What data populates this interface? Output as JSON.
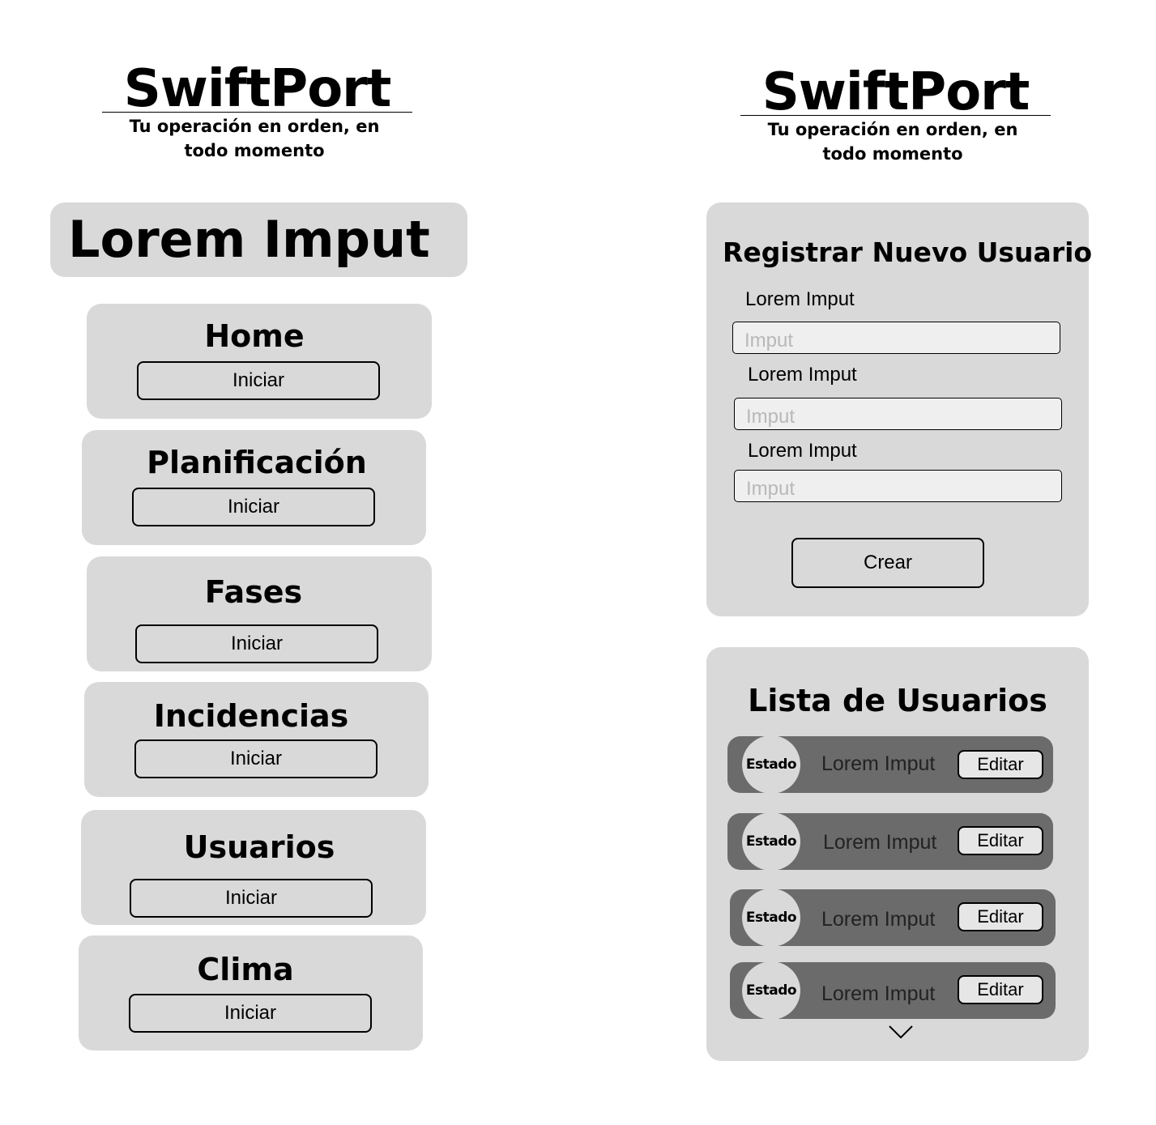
{
  "left": {
    "brand": {
      "title": "SwiftPort",
      "tagline_line1": "Tu operación en orden, en",
      "tagline_line2": "todo momento"
    },
    "header_title": "Lorem Imput",
    "cards": [
      {
        "title": "Home",
        "button": "Iniciar"
      },
      {
        "title": "Planificación",
        "button": "Iniciar"
      },
      {
        "title": "Fases",
        "button": "Iniciar"
      },
      {
        "title": "Incidencias",
        "button": "Iniciar"
      },
      {
        "title": "Usuarios",
        "button": "Iniciar"
      },
      {
        "title": "Clima",
        "button": "Iniciar"
      }
    ]
  },
  "right": {
    "brand": {
      "title": "SwiftPort",
      "tagline_line1": "Tu operación en orden, en",
      "tagline_line2": "todo momento"
    },
    "register_form": {
      "title": "Registrar Nuevo Usuario",
      "fields": [
        {
          "label": "Lorem Imput",
          "placeholder": "Imput"
        },
        {
          "label": "Lorem Imput",
          "placeholder": "Imput"
        },
        {
          "label": "Lorem Imput",
          "placeholder": "Imput"
        }
      ],
      "submit_label": "Crear"
    },
    "user_list": {
      "title": "Lista de Usuarios",
      "rows": [
        {
          "status": "Estado",
          "name": "Lorem Imput",
          "action": "Editar"
        },
        {
          "status": "Estado",
          "name": "Lorem Imput",
          "action": "Editar"
        },
        {
          "status": "Estado",
          "name": "Lorem Imput",
          "action": "Editar"
        },
        {
          "status": "Estado",
          "name": "Lorem Imput",
          "action": "Editar"
        }
      ],
      "more_icon": "chevron-down-icon"
    }
  }
}
